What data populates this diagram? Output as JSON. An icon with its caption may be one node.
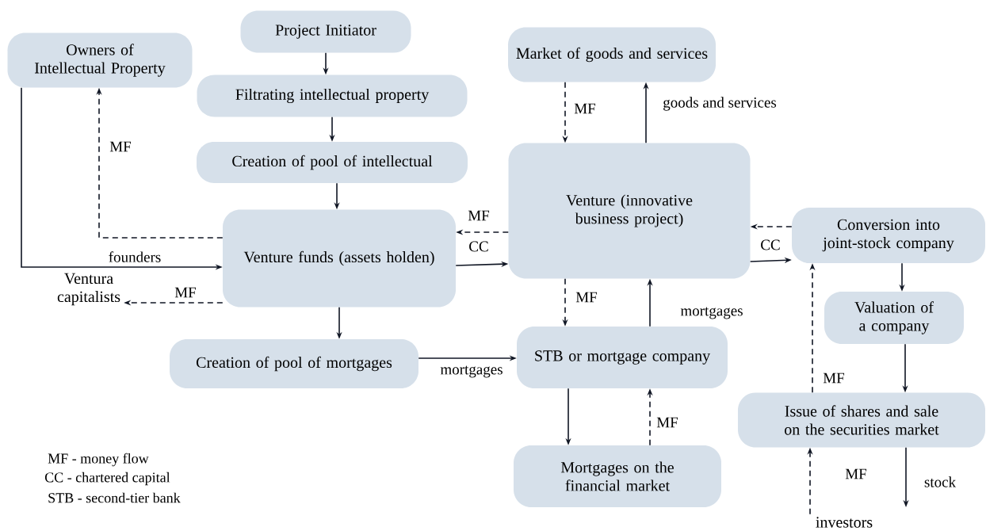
{
  "diagram": {
    "nodes": [
      {
        "text": [
          "Owners of Intellectual Property"
        ]
      },
      {
        "text": [
          "Project Initiator"
        ]
      },
      {
        "text": [
          "Filtrating intellectual property"
        ]
      },
      {
        "text": [
          "Creation of pool of intellectual"
        ]
      },
      {
        "text": [
          "Venture funds (assets holden)"
        ]
      },
      {
        "text": [
          "Market of goods and services"
        ]
      },
      {
        "text": [
          "Venture (innovative business project)"
        ]
      },
      {
        "text": [
          "Conversion into joint-stock company"
        ]
      },
      {
        "text": [
          "Ventura capitalists"
        ]
      },
      {
        "text": [
          "Creation of pool of mortgages"
        ]
      },
      {
        "text": [
          "STB or mortgage company"
        ]
      },
      {
        "text": [
          "Valuation of a company"
        ]
      },
      {
        "text": [
          "Issue of shares and sale on the securities market"
        ]
      },
      {
        "text": [
          "Mortgages on the financial market"
        ]
      },
      {
        "text": [
          "investors"
        ]
      }
    ],
    "edges": [
      {
        "from": 1,
        "to": 2,
        "arrow": "to"
      },
      {
        "from": 2,
        "to": 3,
        "arrow": "to"
      },
      {
        "from": 3,
        "to": 4,
        "arrow": "to"
      },
      {
        "from": 4,
        "to": 0,
        "arrow": "to",
        "style": "dashed",
        "label": "MF"
      },
      {
        "from": 0,
        "to": 4,
        "arrow": "to",
        "label": "founders"
      },
      {
        "from": 4,
        "to": 8,
        "arrow": "to",
        "style": "dashed",
        "label": "MF"
      },
      {
        "from": 6,
        "to": 4,
        "arrow": "to",
        "style": "dashed",
        "label": "MF"
      },
      {
        "from": 4,
        "to": 6,
        "arrow": "to",
        "label": "CC"
      },
      {
        "from": 5,
        "to": 6,
        "arrow": "to",
        "style": "dashed",
        "label": "MF"
      },
      {
        "from": 6,
        "to": 5,
        "arrow": "to",
        "label": "goods and services"
      },
      {
        "from": 6,
        "to": 7,
        "arrow": "to",
        "label": "CC"
      },
      {
        "from": 7,
        "to": 6,
        "arrow": "to",
        "style": "dashed"
      },
      {
        "from": 6,
        "to": 10,
        "arrow": "to",
        "style": "dashed",
        "label": "MF"
      },
      {
        "from": 10,
        "to": 6,
        "arrow": "to",
        "label": "mortgages"
      },
      {
        "from": 4,
        "to": 9,
        "arrow": "to"
      },
      {
        "from": 9,
        "to": 10,
        "arrow": "to",
        "label": "mortgages"
      },
      {
        "from": 10,
        "to": 13,
        "arrow": "to"
      },
      {
        "from": 13,
        "to": 10,
        "arrow": "to",
        "style": "dashed",
        "label": "MF"
      },
      {
        "from": 7,
        "to": 11,
        "arrow": "to"
      },
      {
        "from": 11,
        "to": 12,
        "arrow": "to"
      },
      {
        "from": 12,
        "to": 7,
        "arrow": "to",
        "style": "dashed",
        "label": "MF"
      },
      {
        "from": 14,
        "to": 12,
        "arrow": "to",
        "style": "dashed",
        "label": "MF"
      },
      {
        "from": 12,
        "to": null,
        "arrow": "to",
        "label": "stock"
      }
    ],
    "labels": [
      "MF - money flow",
      "CC - chartered capital",
      "STB - second-tier bank"
    ]
  }
}
